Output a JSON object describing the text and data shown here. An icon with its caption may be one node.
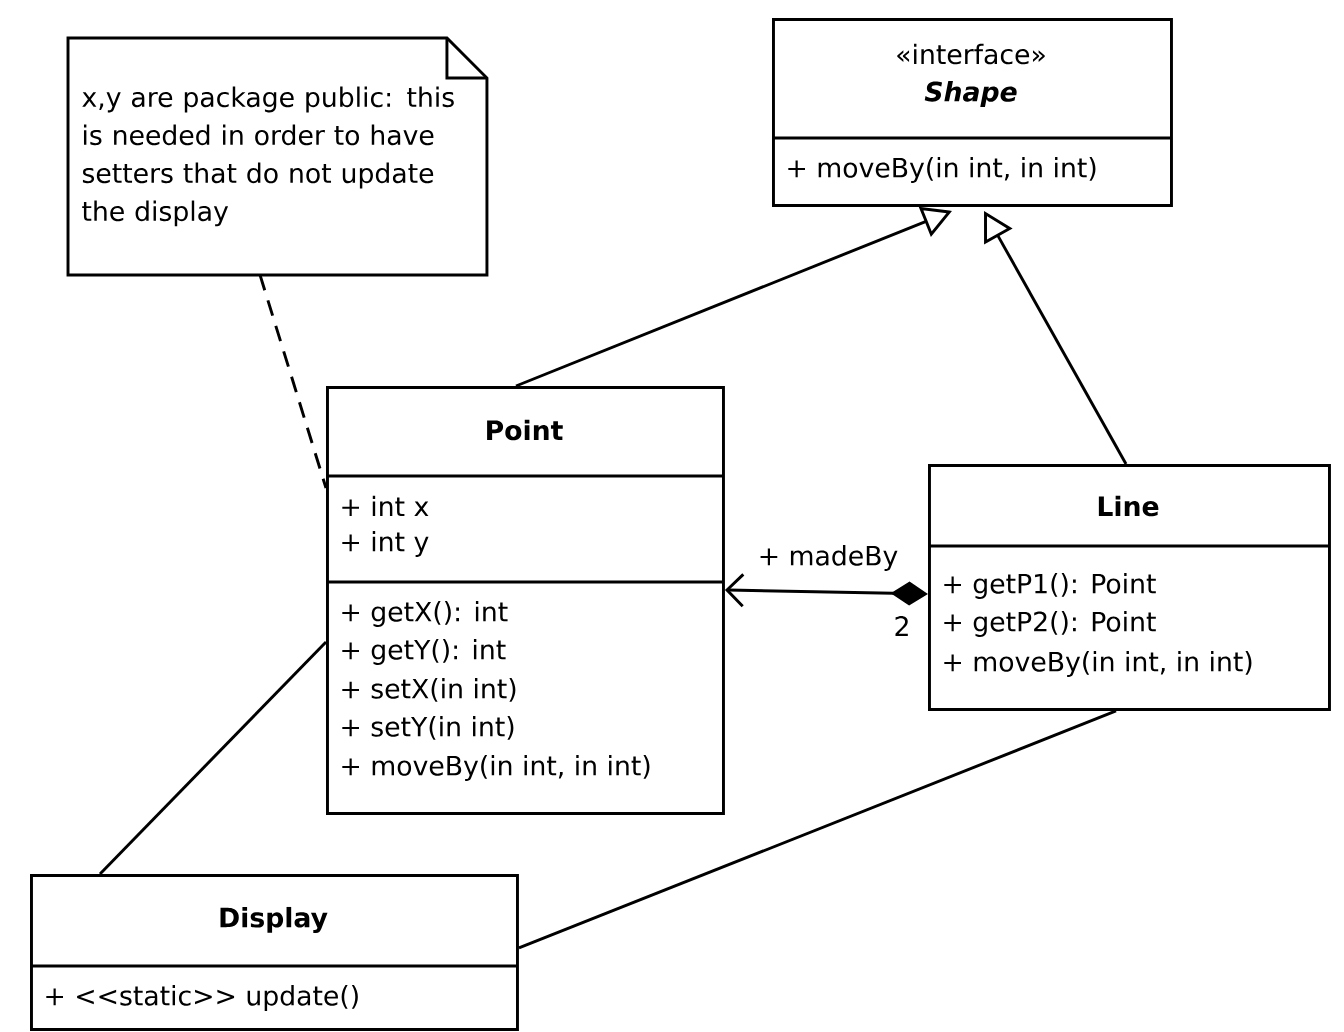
{
  "diagram": {
    "nodes": [
      {
        "text": [
          "x,y are package public: this is needed in order to have setters that do not update the display"
        ]
      },
      {
        "text": [
          "«interface»",
          "Shape",
          "+ moveBy(in int, in int)"
        ]
      },
      {
        "text": [
          "Point",
          "+ int x",
          "+ int y",
          "+ getX(): int",
          "+ getY(): int",
          "+ setX(in int)",
          "+ setY(in int)",
          "+ moveBy(in int, in int)"
        ]
      },
      {
        "text": [
          "Line",
          "+ getP1(): Point",
          "+ getP2(): Point",
          "+ moveBy(in int, in int)"
        ]
      },
      {
        "text": [
          "Display",
          "+ <<static>> update()"
        ]
      }
    ],
    "edges": [
      {
        "from": 0,
        "to": 2,
        "arrow": "none",
        "style": "dashed"
      },
      {
        "from": 2,
        "to": 1,
        "arrow": "to"
      },
      {
        "from": 3,
        "to": 1,
        "arrow": "to"
      },
      {
        "from": 3,
        "to": 2,
        "arrow": "to",
        "label": "+ madeBy"
      },
      {
        "from": 2,
        "to": 4,
        "arrow": "none"
      },
      {
        "from": 3,
        "to": 4,
        "arrow": "none"
      }
    ],
    "labels": [
      "2"
    ]
  }
}
